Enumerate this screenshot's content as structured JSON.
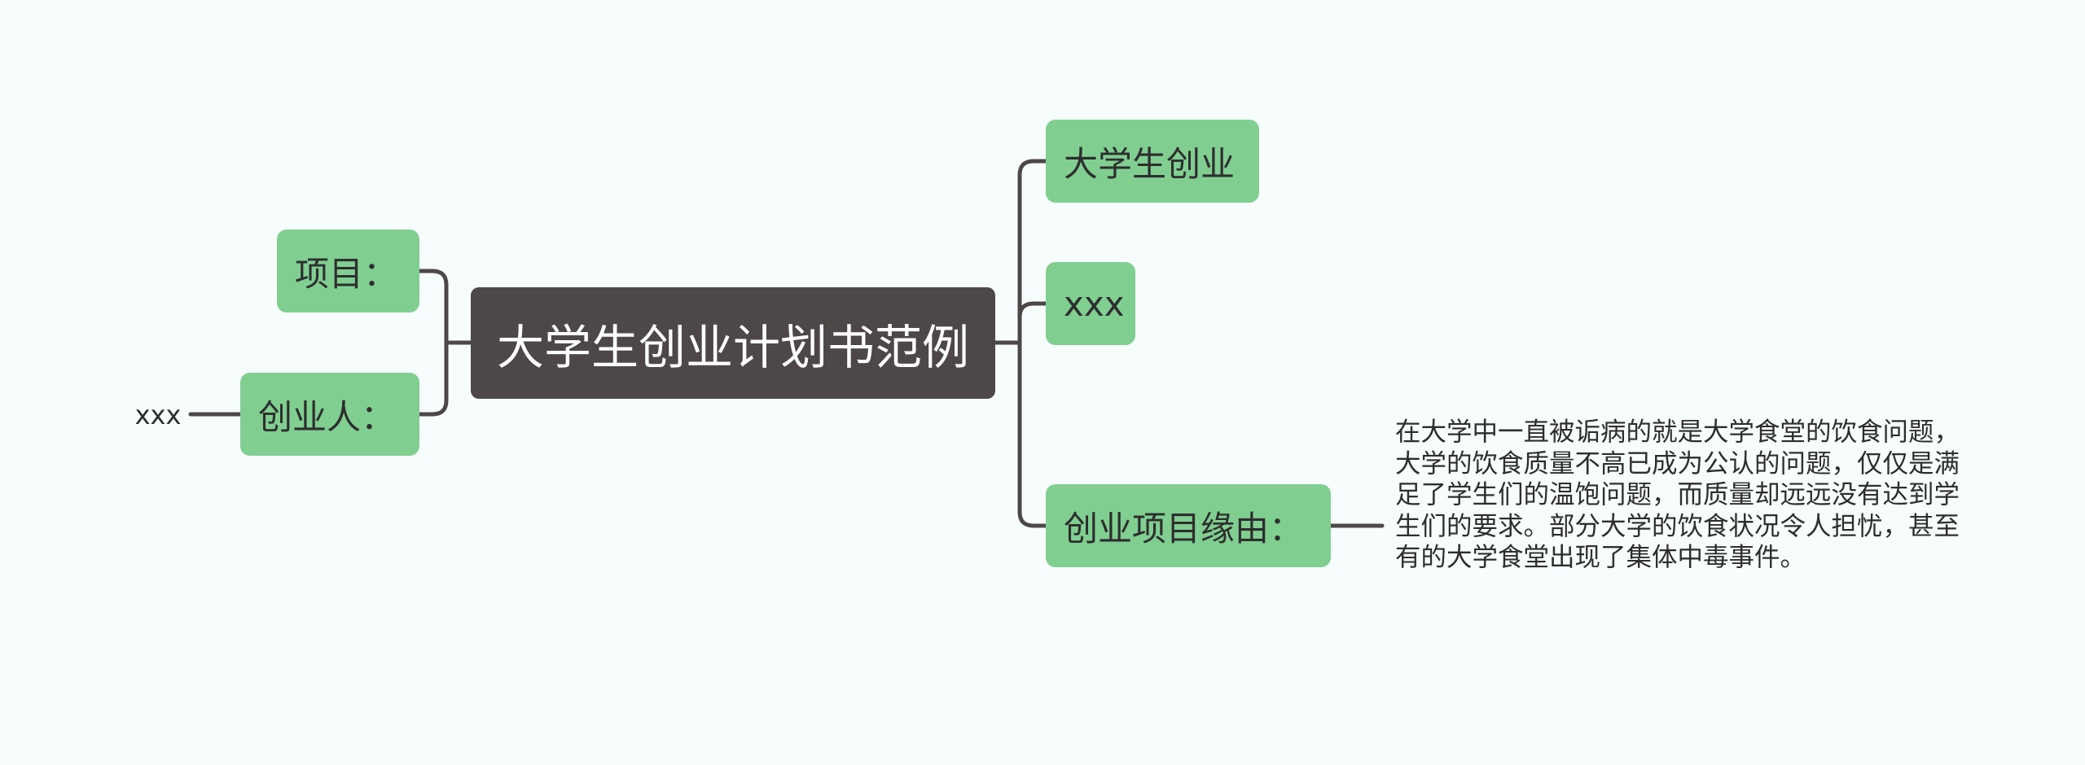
{
  "root": {
    "label": "大学生创业计划书范例"
  },
  "left_branches": [
    {
      "label": "项目："
    },
    {
      "label": "创业人：",
      "child": "xxx"
    }
  ],
  "right_branches": [
    {
      "label": "大学生创业"
    },
    {
      "label": "xxx"
    },
    {
      "label": "创业项目缘由：",
      "child": "在大学中一直被诟病的就是大学食堂的饮食问题，大学的饮食质量不高已成为公认的问题，仅仅是满足了学生们的温饱问题，而质量却远远没有达到学生们的要求。部分大学的饮食状况令人担忧，甚至有的大学食堂出现了集体中毒事件。"
    }
  ],
  "colors": {
    "background": "#f7fcfc",
    "root_fill": "#4d4847",
    "topic_fill": "#80cf91",
    "connector": "#4d4847",
    "text_dark": "#2e2e2e",
    "text_light": "#ffffff"
  }
}
